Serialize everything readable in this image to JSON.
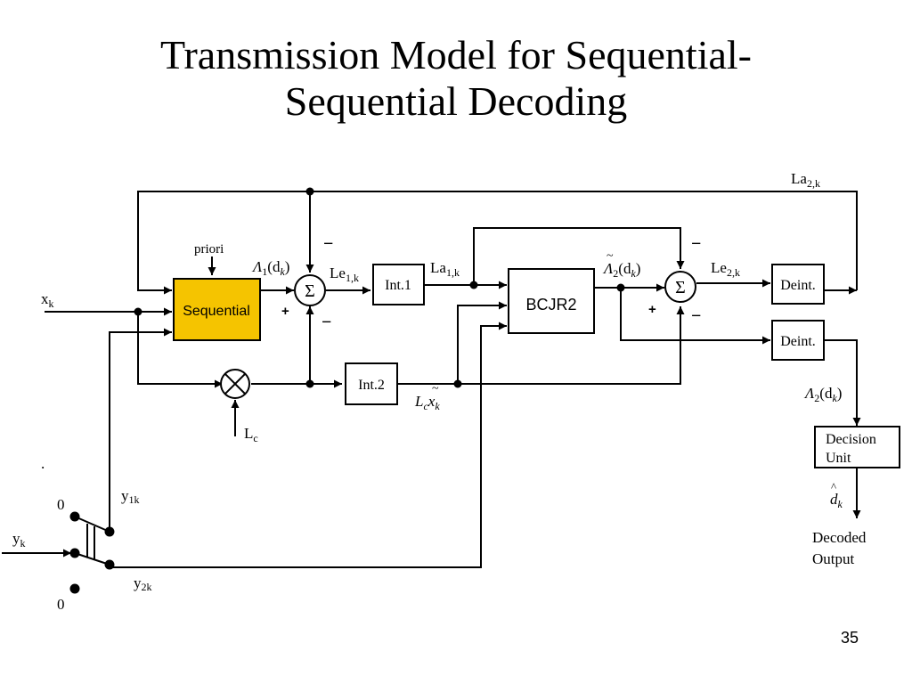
{
  "title": {
    "line1": "Transmission Model for Sequential-",
    "line2": "Sequential Decoding"
  },
  "slide_number": "35",
  "blocks": {
    "sequential": "Sequential",
    "int1": "Int.1",
    "int2": "Int.2",
    "bcjr2": "BCJR2",
    "deint_top": "Deint.",
    "deint_bottom": "Deint.",
    "decision_line1": "Decision",
    "decision_line2": "Unit",
    "decoded_line1": "Decoded",
    "decoded_line2": "Output"
  },
  "labels": {
    "xk": "x",
    "xk_sub": "k",
    "yk": "y",
    "yk_sub": "k",
    "y1k": "y",
    "y1k_sub": "1k",
    "y2k": "y",
    "y2k_sub": "2k",
    "priori": "priori",
    "lc": "L",
    "lc_sub": "c",
    "lcx": "L",
    "lcx_sub": "c",
    "lcx_tail": "x",
    "lcx_tail_sub": "k",
    "la2k": "La",
    "la2k_sub": "2,k",
    "la1k": "La",
    "la1k_sub": "1,k",
    "le1k": "Le",
    "le1k_sub": "1,k",
    "le2k": "Le",
    "le2k_sub": "2,k",
    "lambda1": "Λ",
    "lambda1_sub": "1",
    "lambda1_arg": "(d",
    "lambda1_arg_sub": "k",
    "lambda1_close": ")",
    "lambda2": "Λ",
    "lambda2_sub": "2",
    "lambda2_arg": "(d",
    "lambda2_arg_sub": "k",
    "lambda2_close": ")",
    "lambda2b": "Λ",
    "lambda2b_sub": "2",
    "lambda2b_arg": "(d",
    "lambda2b_arg_sub": "k",
    "lambda2b_close": ")",
    "dhat": "d",
    "dhat_sub": "k",
    "sigma": "Σ",
    "zero": "0",
    "plus": "+",
    "minus": "−",
    "dot": "."
  },
  "colors": {
    "sequential_fill": "#f5c400",
    "line": "#000000"
  }
}
